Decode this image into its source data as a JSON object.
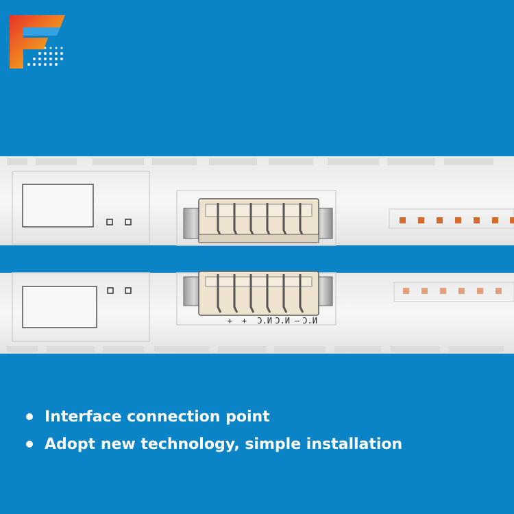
{
  "logo": {
    "letter": "F",
    "colors": {
      "red": "#e8332a",
      "orange": "#f39a1f",
      "yellow": "#f7cf2c",
      "blue": "#3fa5e8",
      "dots": "#f2f2f2"
    }
  },
  "background_color": "#0a84c6",
  "strip_color": "#f2f2f2",
  "connector_pin_labels": [
    "N.C",
    "–",
    "N.C",
    "N.C",
    "+",
    "+"
  ],
  "bullets": [
    {
      "text": "Interface connection point"
    },
    {
      "text": "Adopt new technology, simple installation"
    }
  ]
}
